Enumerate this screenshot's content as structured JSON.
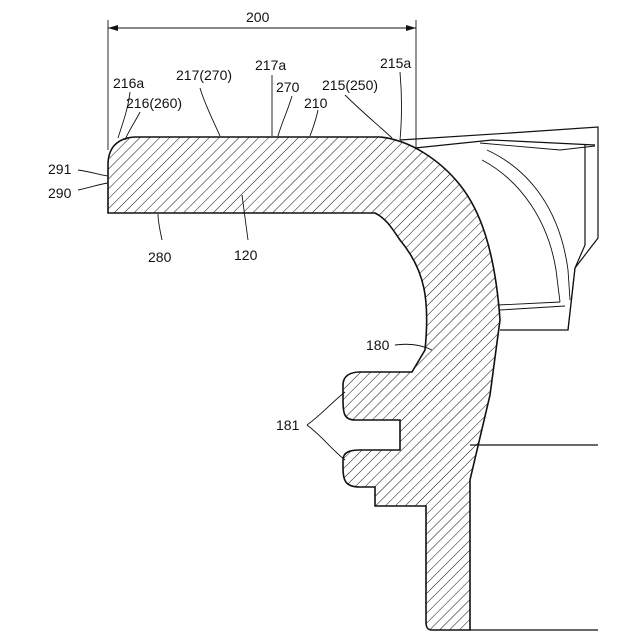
{
  "labels": {
    "dim_200": "200",
    "l_216a": "216a",
    "l_217_270": "217(270)",
    "l_217a": "217a",
    "l_270": "270",
    "l_215_250": "215(250)",
    "l_215a": "215a",
    "l_216_260": "216(260)",
    "l_210": "210",
    "l_291": "291",
    "l_290": "290",
    "l_280": "280",
    "l_120": "120",
    "l_180": "180",
    "l_181": "181"
  },
  "colors": {
    "ink": "#111111",
    "background": "#ffffff"
  }
}
